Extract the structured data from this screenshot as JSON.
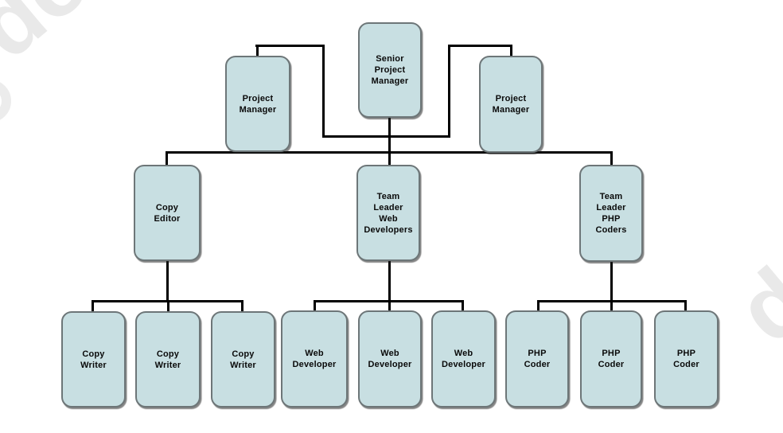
{
  "diagram": {
    "type": "organizational-chart",
    "background_color": "#ffffff",
    "node_fill_color": "#c8dfe2",
    "node_border_color": "#6d7678",
    "connector_color": "#000000",
    "nodes": {
      "senior_project_manager": {
        "label": "Senior\nProject\nManager"
      },
      "project_manager_left": {
        "label": "Project\nManager"
      },
      "project_manager_right": {
        "label": "Project\nManager"
      },
      "copy_editor": {
        "label": "Copy\nEditor"
      },
      "team_leader_web": {
        "label": "Team\nLeader\nWeb\nDevelopers"
      },
      "team_leader_php": {
        "label": "Team\nLeader\nPHP\nCoders"
      },
      "copy_writer_1": {
        "label": "Copy\nWriter"
      },
      "copy_writer_2": {
        "label": "Copy\nWriter"
      },
      "copy_writer_3": {
        "label": "Copy\nWriter"
      },
      "web_developer_1": {
        "label": "Web\nDeveloper"
      },
      "web_developer_2": {
        "label": "Web\nDeveloper"
      },
      "web_developer_3": {
        "label": "Web\nDeveloper"
      },
      "php_coder_1": {
        "label": "PHP\nCoder"
      },
      "php_coder_2": {
        "label": "PHP\nCoder"
      },
      "php_coder_3": {
        "label": "PHP\nCoder"
      }
    },
    "hierarchy": {
      "Senior Project Manager": {
        "Project Manager (left)": {},
        "Project Manager (right)": {},
        "Copy Editor": [
          "Copy Writer",
          "Copy Writer",
          "Copy Writer"
        ],
        "Team Leader Web Developers": [
          "Web Developer",
          "Web Developer",
          "Web Developer"
        ],
        "Team Leader PHP Coders": [
          "PHP Coder",
          "PHP Coder",
          "PHP Coder"
        ]
      }
    }
  },
  "watermark": {
    "text": "do",
    "color": "#e9e9e9"
  }
}
